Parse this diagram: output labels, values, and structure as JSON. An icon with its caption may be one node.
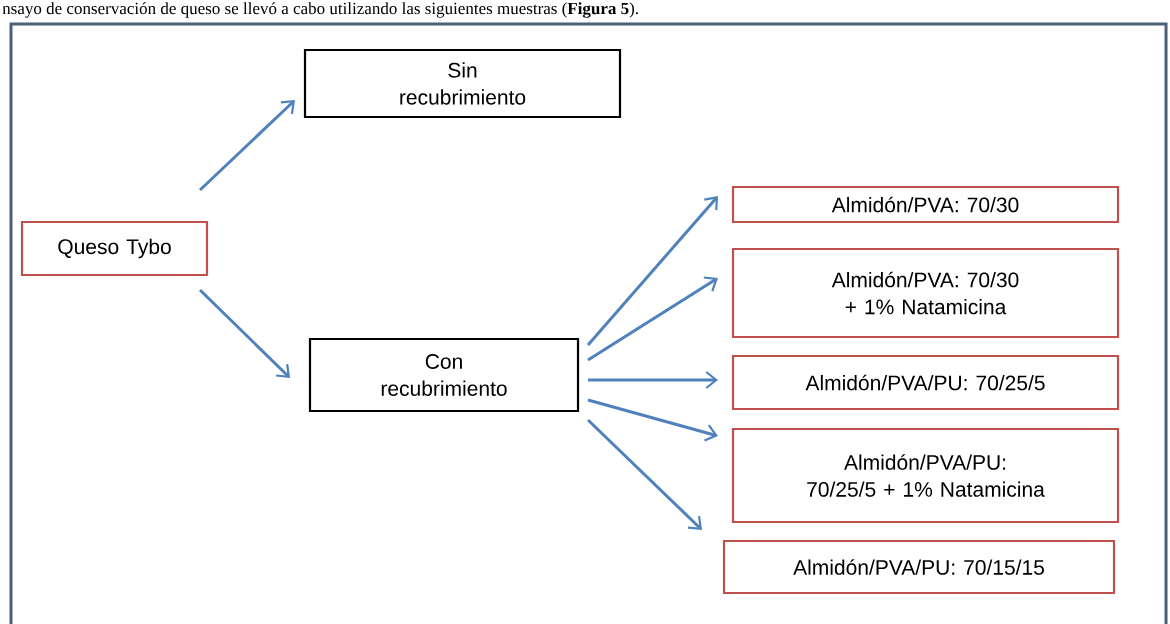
{
  "diagram": {
    "nodes": [
      {
        "text": [
          "Queso Tybo"
        ]
      },
      {
        "text": [
          "Sin recubrimiento"
        ]
      },
      {
        "text": [
          "Con recubrimiento"
        ]
      },
      {
        "text": [
          "Almidón/PVA: 70/30"
        ]
      },
      {
        "text": [
          "Almidón/PVA: 70/30 + 1% Natamicina"
        ]
      },
      {
        "text": [
          "Almidón/PVA/PU: 70/25/5"
        ]
      },
      {
        "text": [
          "Almidón/PVA/PU: 70/25/5 + 1% Natamicina"
        ]
      },
      {
        "text": [
          "Almidón/PVA/PU: 70/15/15"
        ]
      }
    ],
    "edges": [
      {
        "from": 0,
        "to": 1,
        "arrow": "to"
      },
      {
        "from": 0,
        "to": 2,
        "arrow": "to"
      },
      {
        "from": 2,
        "to": 3,
        "arrow": "to"
      },
      {
        "from": 2,
        "to": 4,
        "arrow": "to"
      },
      {
        "from": 2,
        "to": 5,
        "arrow": "to"
      },
      {
        "from": 2,
        "to": 6,
        "arrow": "to"
      },
      {
        "from": 2,
        "to": 7,
        "arrow": "to"
      }
    ],
    "labels": [
      "nsayo de conservación de queso se llevó a cabo utilizando las siguientes muestras (**Figura 5**)."
    ]
  }
}
